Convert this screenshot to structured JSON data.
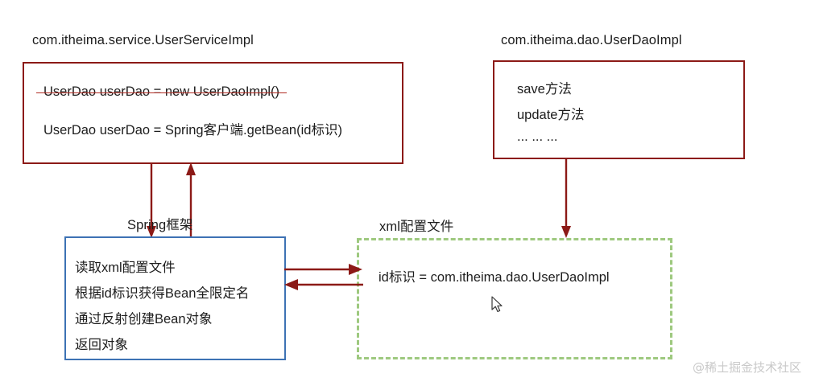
{
  "diagram": {
    "title_service": "com.itheima.service.UserServiceImpl",
    "title_dao": "com.itheima.dao.UserDaoImpl",
    "service_box": {
      "line_struck": "UserDao userDao = new UserDaoImpl()",
      "line_active": "UserDao userDao = Spring客户端.getBean(id标识)"
    },
    "dao_box": {
      "method_1": "save方法",
      "method_2": "update方法",
      "method_3": "... ... ..."
    },
    "label_spring": "Spring框架",
    "label_xml": "xml配置文件",
    "spring_box": {
      "step_1": "读取xml配置文件",
      "step_2": "根据id标识获得Bean全限定名",
      "step_3": "通过反射创建Bean对象",
      "step_4": "返回对象"
    },
    "xml_box": {
      "entry": "id标识 = com.itheima.dao.UserDaoImpl"
    },
    "watermark": "@稀土掘金技术社区",
    "colors": {
      "red_border": "#8c1a17",
      "blue_border": "#3d72b4",
      "green_dashed": "#9ec97f",
      "arrow": "#8c1a17",
      "strike": "#b02a22",
      "text": "#1d1d1d",
      "watermark": "#c9c9c9",
      "background": "#ffffff"
    },
    "arrows": [
      {
        "name": "service-to-spring",
        "direction": "down"
      },
      {
        "name": "spring-to-service",
        "direction": "up"
      },
      {
        "name": "spring-to-xml",
        "direction": "right"
      },
      {
        "name": "xml-to-spring",
        "direction": "left"
      },
      {
        "name": "dao-to-xml",
        "direction": "down"
      }
    ]
  }
}
